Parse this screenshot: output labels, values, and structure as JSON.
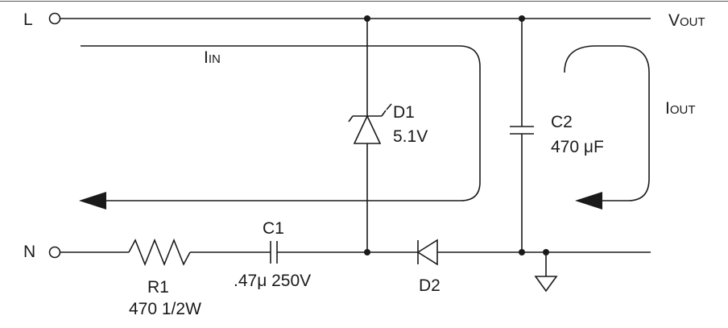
{
  "terminals": {
    "line": "L",
    "neutral": "N"
  },
  "output": {
    "vout_main": "V",
    "vout_sub": "OUT",
    "iout_main": "I",
    "iout_sub": "OUT"
  },
  "input_current": {
    "main": "I",
    "sub": "IN"
  },
  "components": {
    "d1": {
      "ref": "D1",
      "value": "5.1V"
    },
    "c2": {
      "ref": "C2",
      "value": "470 μF"
    },
    "c1": {
      "ref": "C1",
      "value": ".47μ 250V"
    },
    "r1": {
      "ref": "R1",
      "value": "470 1/2W"
    },
    "d2": {
      "ref": "D2"
    }
  }
}
